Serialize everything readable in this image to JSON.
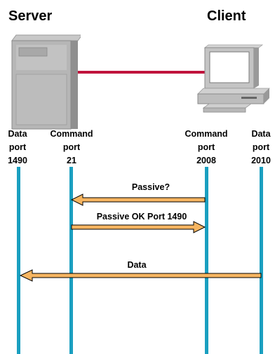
{
  "titles": {
    "server": "Server",
    "client": "Client"
  },
  "ports": [
    {
      "line1": "Data",
      "line2": "port",
      "line3": "1490"
    },
    {
      "line1": "Command",
      "line2": "port",
      "line3": "21"
    },
    {
      "line1": "Command",
      "line2": "port",
      "line3": "2008"
    },
    {
      "line1": "Data",
      "line2": "port",
      "line3": "2010"
    }
  ],
  "messages": [
    {
      "label": "Passive?",
      "from": "Command port 2008",
      "to": "Command port 21"
    },
    {
      "label": "Passive OK Port 1490",
      "from": "Command port 21",
      "to": "Command port 2008"
    },
    {
      "label": "Data",
      "from": "Data port 2010",
      "to": "Data port 1490"
    }
  ],
  "colors": {
    "lifeline": "#1a9fc0",
    "arrow_fill": "#f6b561",
    "arrow_outline": "#000000",
    "link": "#c0143c"
  },
  "icons": {
    "server": "server-tower-icon",
    "client": "desktop-computer-icon"
  }
}
